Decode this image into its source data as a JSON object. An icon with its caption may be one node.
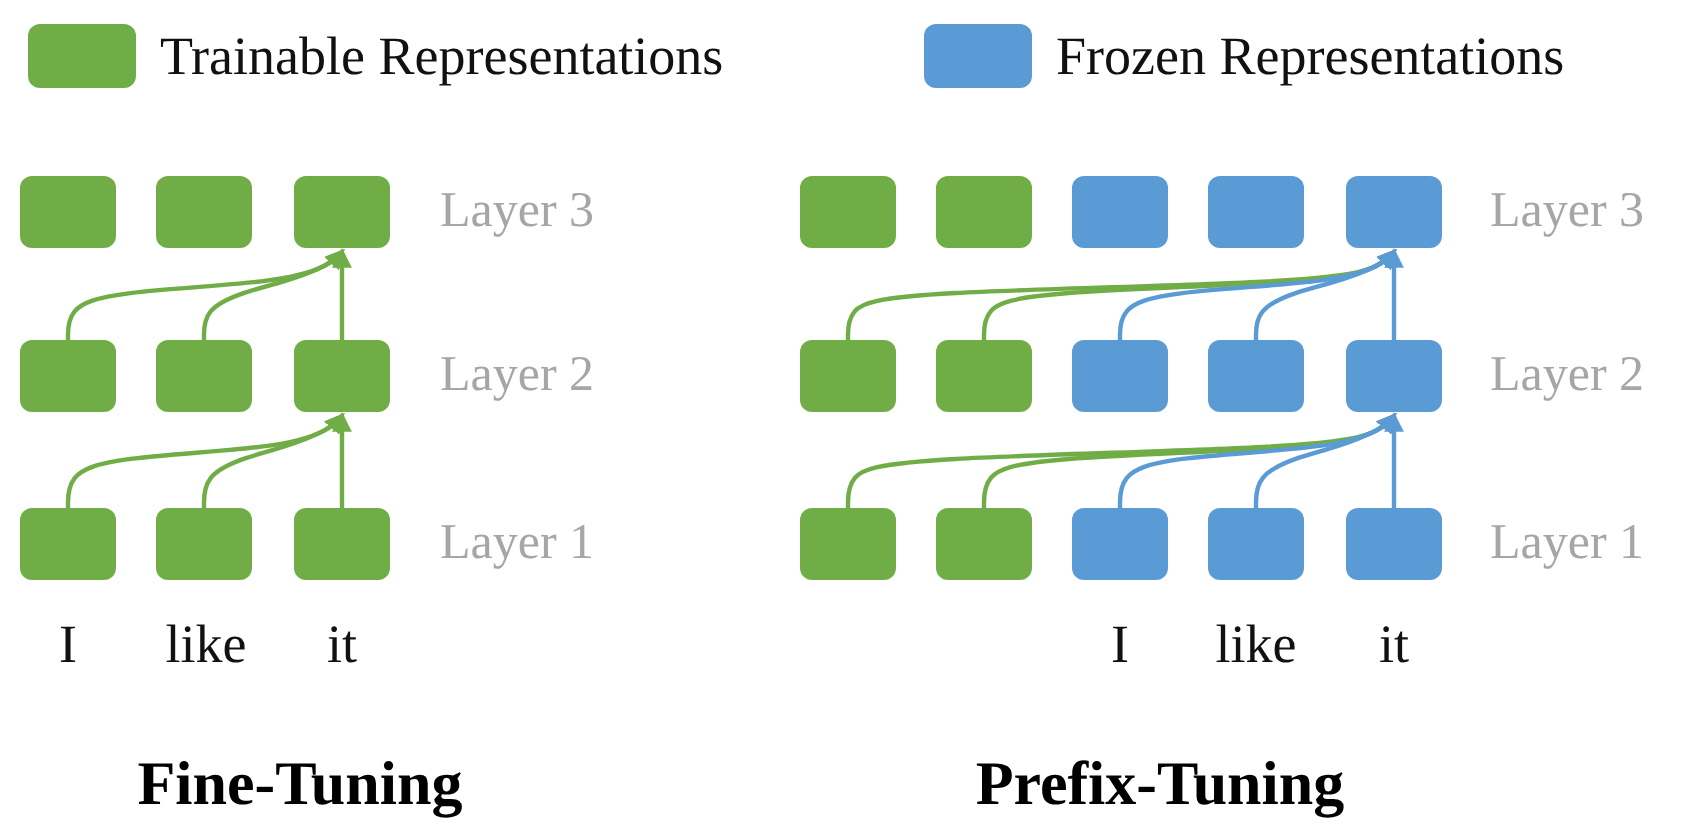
{
  "diagram": {
    "nodes": [
      {
        "text": [],
        "shape": "box"
      },
      {
        "text": [],
        "shape": "box"
      },
      {
        "text": [],
        "shape": "box"
      },
      {
        "text": [],
        "shape": "box"
      },
      {
        "text": [],
        "shape": "box"
      },
      {
        "text": [],
        "shape": "box"
      },
      {
        "text": [],
        "shape": "box"
      },
      {
        "text": [],
        "shape": "box"
      },
      {
        "text": [],
        "shape": "box"
      },
      {
        "text": [],
        "shape": "box"
      },
      {
        "text": [],
        "shape": "box"
      },
      {
        "text": [],
        "shape": "box"
      },
      {
        "text": [],
        "shape": "box"
      },
      {
        "text": [],
        "shape": "box"
      },
      {
        "text": [],
        "shape": "box"
      },
      {
        "text": [],
        "shape": "box"
      },
      {
        "text": [],
        "shape": "box"
      },
      {
        "text": [],
        "shape": "box"
      },
      {
        "text": [],
        "shape": "box"
      },
      {
        "text": [],
        "shape": "box"
      },
      {
        "text": [],
        "shape": "box"
      },
      {
        "text": [],
        "shape": "box"
      },
      {
        "text": [],
        "shape": "box"
      },
      {
        "text": [],
        "shape": "box"
      }
    ],
    "edges": [
      {
        "from": 3,
        "to": 2,
        "arrow": "to"
      },
      {
        "from": 4,
        "to": 2,
        "arrow": "to"
      },
      {
        "from": 5,
        "to": 2,
        "arrow": "to"
      },
      {
        "from": 6,
        "to": 5,
        "arrow": "to"
      },
      {
        "from": 7,
        "to": 5,
        "arrow": "to"
      },
      {
        "from": 8,
        "to": 5,
        "arrow": "to"
      },
      {
        "from": 14,
        "to": 13,
        "arrow": "to"
      },
      {
        "from": 15,
        "to": 13,
        "arrow": "to"
      },
      {
        "from": 16,
        "to": 13,
        "arrow": "to",
        "color": "#5b9bd5"
      },
      {
        "from": 17,
        "to": 13,
        "arrow": "to",
        "color": "#5b9bd5"
      },
      {
        "from": 18,
        "to": 13,
        "arrow": "to",
        "color": "#5b9bd5"
      },
      {
        "from": 19,
        "to": 18,
        "arrow": "to"
      },
      {
        "from": 20,
        "to": 18,
        "arrow": "to"
      },
      {
        "from": 21,
        "to": 18,
        "arrow": "to",
        "color": "#5b9bd5"
      },
      {
        "from": 22,
        "to": 18,
        "arrow": "to",
        "color": "#5b9bd5"
      },
      {
        "from": 23,
        "to": 18,
        "arrow": "to",
        "color": "#5b9bd5"
      }
    ],
    "labels": [
      "Layer 3",
      "Layer 3",
      "Layer 2",
      "Layer 2",
      "Layer 1",
      "Layer 1",
      "I",
      "like",
      "it",
      "I",
      "like",
      "it",
      "Fine-Tuning",
      "Prefix-Tuning"
    ],
    "legend": [
      {
        "text": "Trainable Representations",
        "color": "#70ad47"
      },
      {
        "text": "Frozen Representations",
        "color": "#5b9bd5"
      }
    ]
  }
}
